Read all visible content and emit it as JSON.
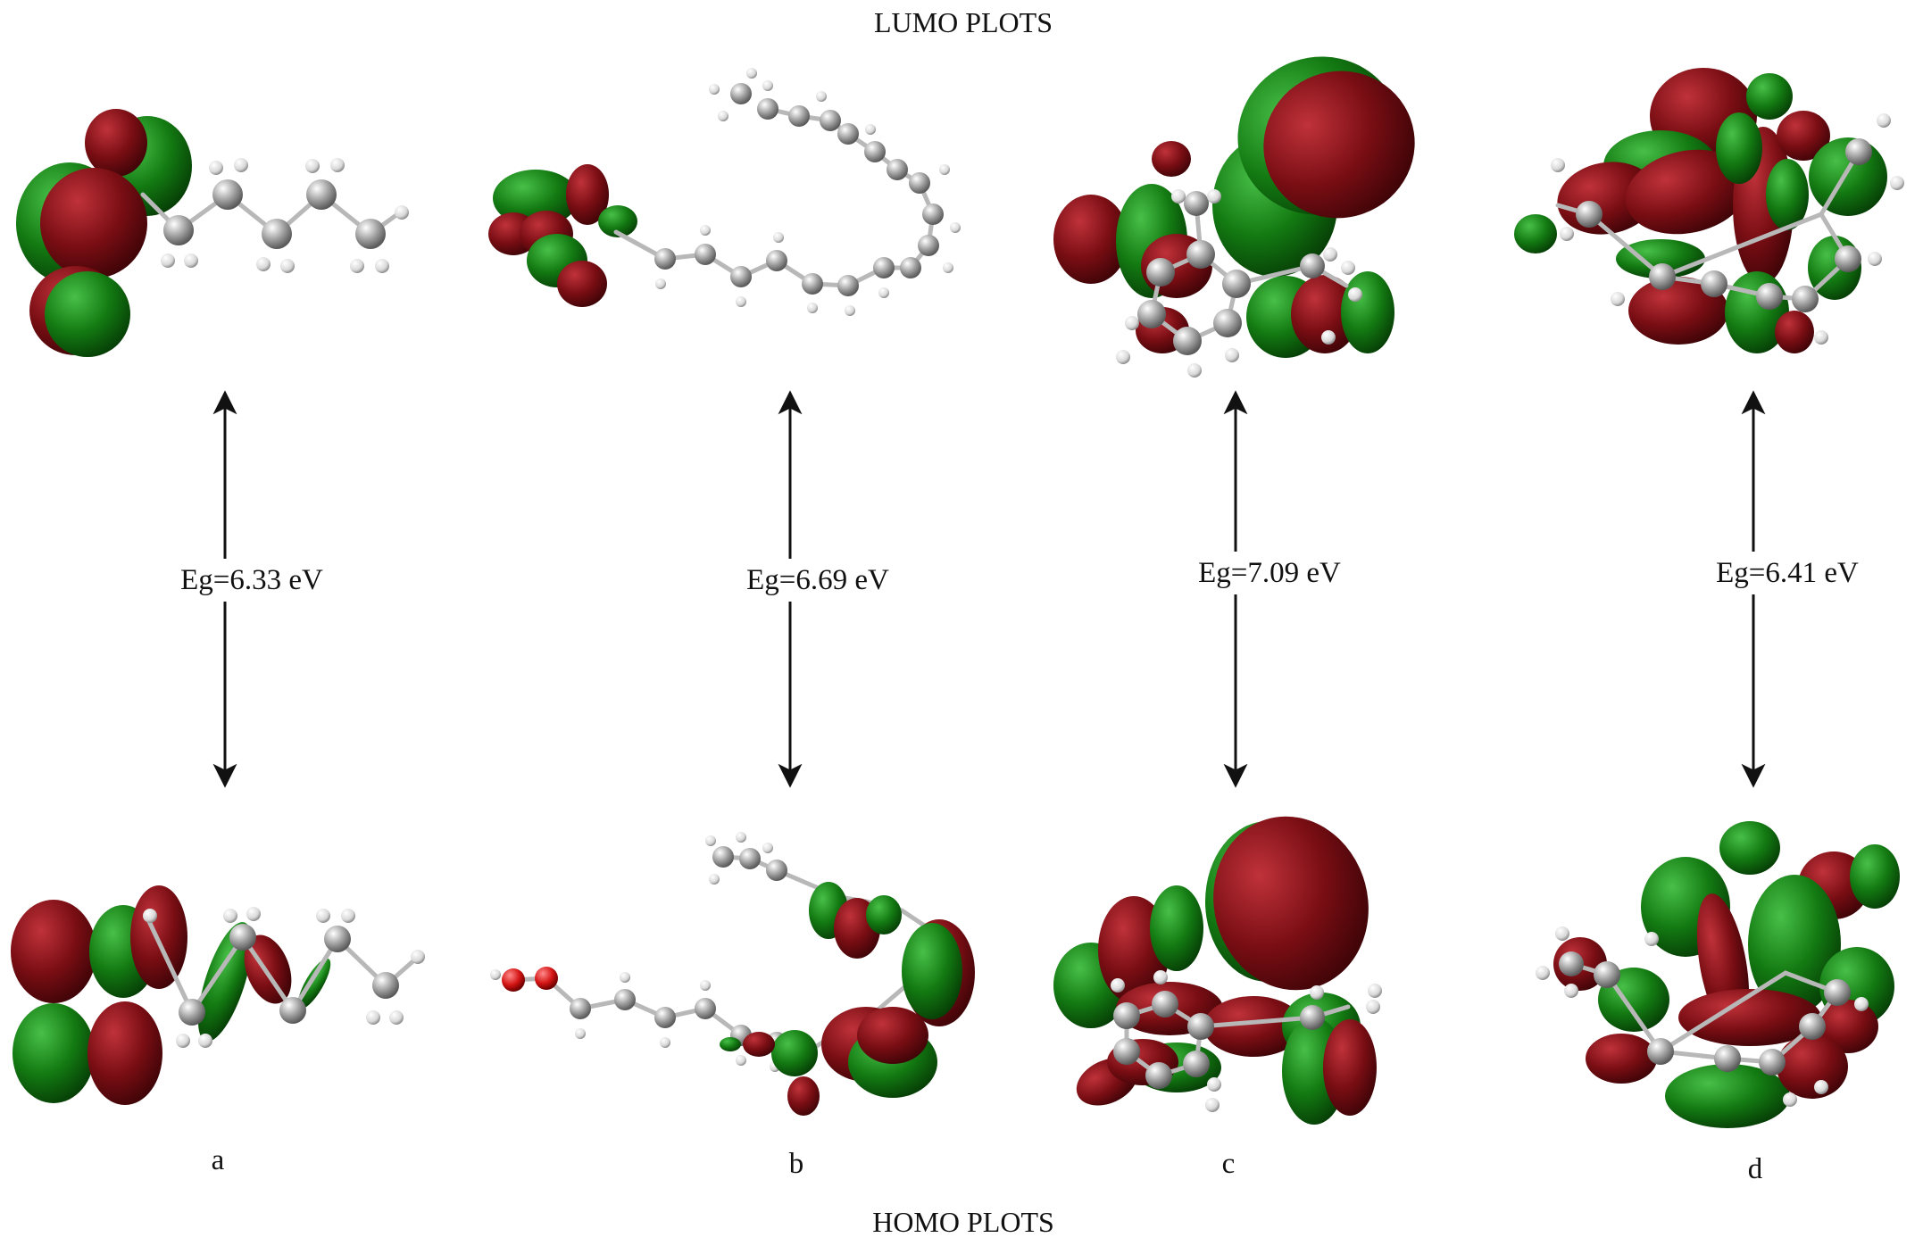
{
  "figure": {
    "top_heading": "LUMO PLOTS",
    "bottom_heading": "HOMO PLOTS",
    "panels": [
      {
        "label": "a",
        "energy_gap": "Eg=6.33 eV"
      },
      {
        "label": "b",
        "energy_gap": "Eg=6.69 eV"
      },
      {
        "label": "c",
        "energy_gap": "Eg=7.09 eV"
      },
      {
        "label": "d",
        "energy_gap": "Eg=6.41 eV"
      }
    ]
  },
  "colors": {
    "positive_lobe": "#7a0e14",
    "negative_lobe": "#137a12",
    "carbon_atom": "#9a9a9a",
    "hydrogen_atom": "#e0e0e0",
    "oxygen_atom": "#d41414",
    "background": "#ffffff"
  },
  "icons": {
    "arrow": "double-headed-vertical-arrow"
  }
}
